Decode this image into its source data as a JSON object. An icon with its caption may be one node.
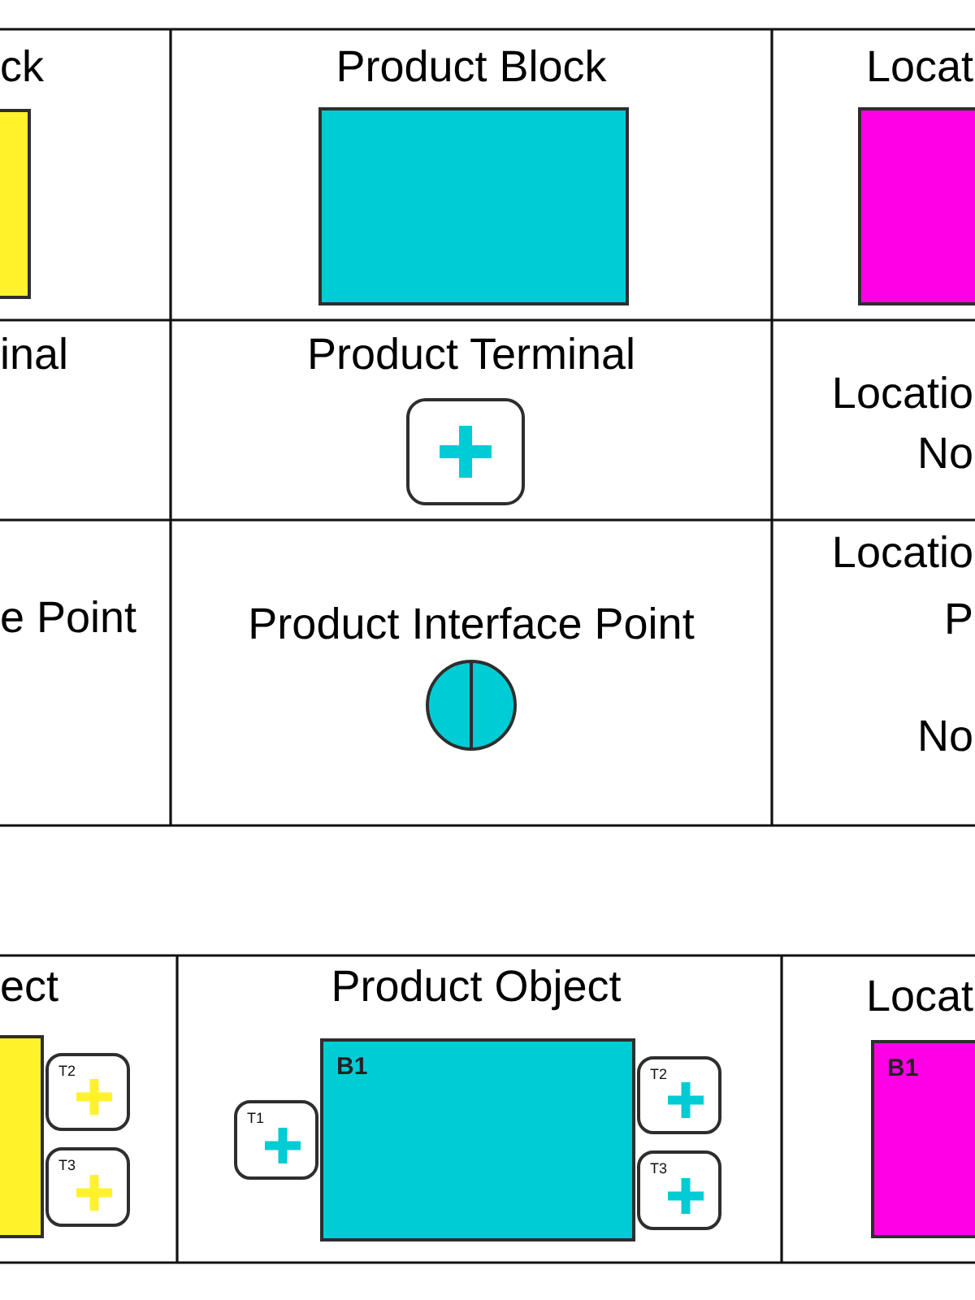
{
  "diagram": {
    "nodes": [
      {
        "text": [],
        "shape": "box"
      },
      {
        "text": [],
        "shape": "box"
      },
      {
        "text": [],
        "shape": "box"
      },
      {
        "text": [],
        "shape": "box"
      },
      {
        "text": [
          "T2"
        ]
      },
      {
        "text": [
          "T3"
        ]
      },
      {
        "text": [
          "T1"
        ]
      },
      {
        "text": [
          "B1"
        ]
      },
      {
        "text": [
          "T2"
        ]
      },
      {
        "text": [
          "T3"
        ]
      },
      {
        "text": [
          "B1"
        ]
      }
    ],
    "labels": [
      "ck",
      "Product Block",
      "Locat",
      "inal",
      "Product Terminal",
      "Locatio No",
      "e Point",
      "Product Interface Point",
      "Locatio P No",
      "ect",
      "Product Object",
      "Locat"
    ]
  }
}
